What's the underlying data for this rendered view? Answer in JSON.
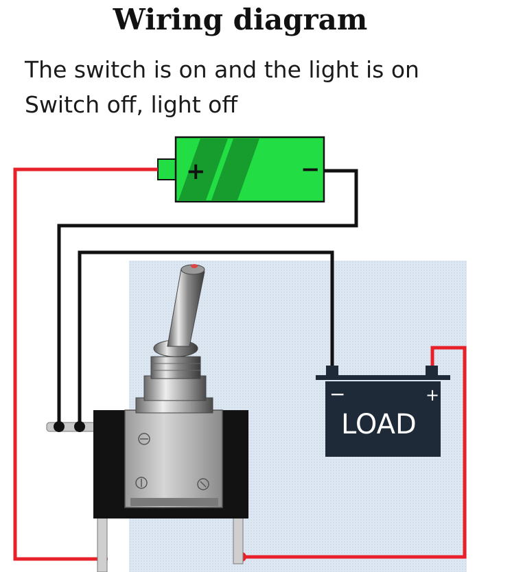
{
  "title": "Wiring diagram",
  "lines": [
    "The switch is on and the light is on",
    "Switch off, light off"
  ],
  "battery": {
    "plus": "+",
    "minus": "−",
    "color": "#22dd44"
  },
  "load": {
    "label": "LOAD",
    "minus": "−",
    "plus": "+"
  },
  "colors": {
    "positive_wire": "#e8202a",
    "negative_wire": "#111111"
  }
}
